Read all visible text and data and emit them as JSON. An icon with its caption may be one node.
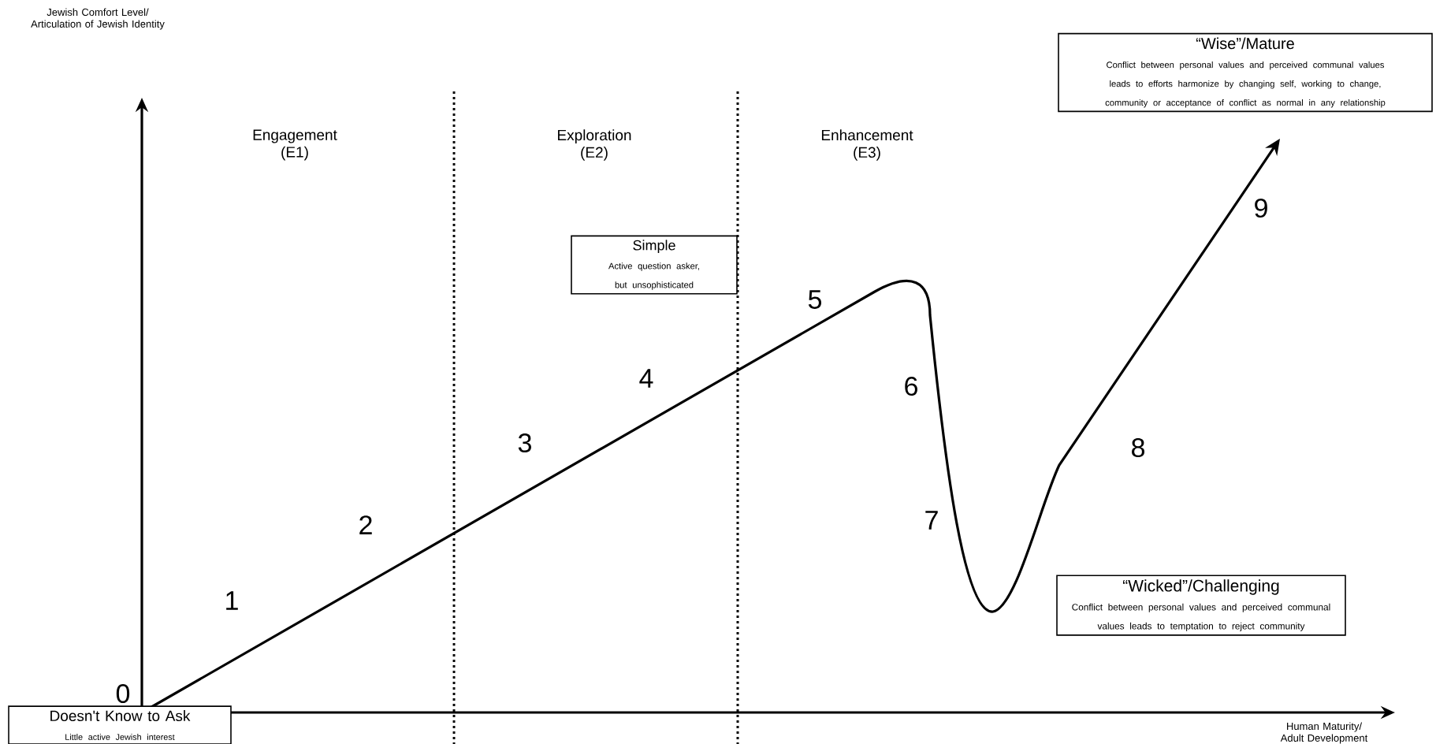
{
  "diagram": {
    "nodes": [
      {
        "text": [
          "“Wise”/Mature",
          "Conflict between personal values and perceived communal values leads to efforts harmonize by changing self, working to change, community or acceptance of conflict as normal in any relationship"
        ]
      },
      {
        "text": [
          "Simple",
          "Active question asker, but unsophisticated"
        ]
      },
      {
        "text": [
          "“Wicked”/Challenging",
          "Conflict between personal values and perceived communal values leads to temptation to reject community"
        ]
      },
      {
        "text": [
          "Doesn't Know to Ask",
          "Little active Jewish interest"
        ]
      }
    ],
    "edges": [],
    "labels": [
      "Jewish Comfort Level/ Articulation of Jewish Identity",
      "Engagement (E1)",
      "Exploration (E2)",
      "Enhancement (E3)",
      "9",
      "5",
      "4",
      "6",
      "3",
      "8",
      "2",
      "7",
      "1",
      "0",
      "Human Maturity/ Adult Development"
    ]
  }
}
